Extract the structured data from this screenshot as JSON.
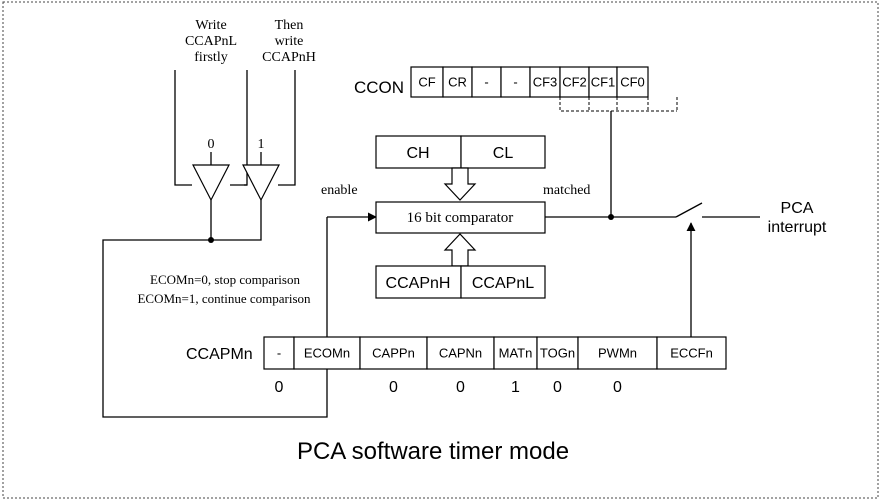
{
  "diagram": {
    "write_low_label": [
      "Write",
      "CCAPnL",
      "firstly"
    ],
    "write_high_label": [
      "Then",
      "write",
      "CCAPnH"
    ],
    "bit0_label": "0",
    "bit1_label": "1",
    "enable_label": "enable",
    "matched_label": "matched",
    "comparator_label": "16 bit comparator",
    "ch_label": "CH",
    "cl_label": "CL",
    "ccapnh_label": "CCAPnH",
    "ccapnl_label": "CCAPnL",
    "pca_interrupt_label": [
      "PCA",
      "interrupt"
    ],
    "ecom_note": [
      "ECOMn=0, stop comparison",
      "ECOMn=1, continue comparison"
    ],
    "ccon": {
      "name": "CCON",
      "bits": [
        "CF",
        "CR",
        "-",
        "-",
        "CF3",
        "CF2",
        "CF1",
        "CF0"
      ]
    },
    "ccapm": {
      "name": "CCAPMn",
      "bits": [
        "-",
        "ECOMn",
        "CAPPn",
        "CAPNn",
        "MATn",
        "TOGn",
        "PWMn",
        "ECCFn"
      ],
      "values": [
        "0",
        "",
        "0",
        "0",
        "1",
        "0",
        "0",
        ""
      ]
    },
    "caption": "PCA software timer mode"
  }
}
